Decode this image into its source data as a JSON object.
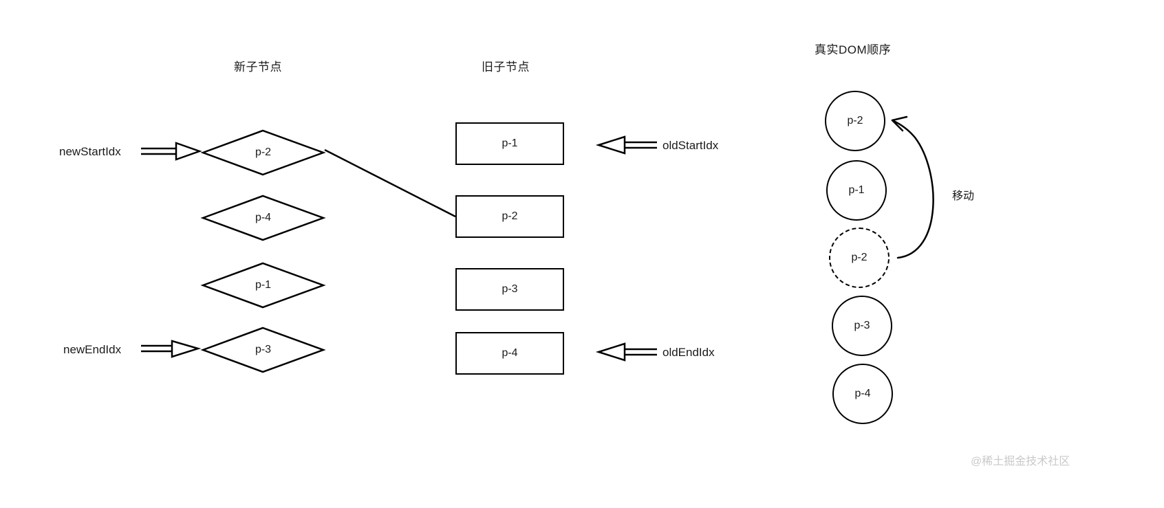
{
  "columns": {
    "new_children_title": "新子节点",
    "old_children_title": "旧子节点",
    "real_dom_title": "真实DOM顺序"
  },
  "new_children": {
    "nodes": [
      {
        "label": "p-2"
      },
      {
        "label": "p-4"
      },
      {
        "label": "p-1"
      },
      {
        "label": "p-3"
      }
    ],
    "pointers": {
      "start": "newStartIdx",
      "end": "newEndIdx"
    }
  },
  "old_children": {
    "nodes": [
      {
        "label": "p-1"
      },
      {
        "label": "p-2"
      },
      {
        "label": "p-3"
      },
      {
        "label": "p-4"
      }
    ],
    "pointers": {
      "start": "oldStartIdx",
      "end": "oldEndIdx"
    }
  },
  "real_dom": {
    "nodes": [
      {
        "label": "p-2",
        "style": "solid"
      },
      {
        "label": "p-1",
        "style": "solid"
      },
      {
        "label": "p-2",
        "style": "dashed"
      },
      {
        "label": "p-3",
        "style": "solid"
      },
      {
        "label": "p-4",
        "style": "solid"
      }
    ],
    "move_label": "移动"
  },
  "watermark": "@稀土掘金技术社区",
  "colors": {
    "stroke": "#000000",
    "text": "#1a1a1a",
    "background": "#ffffff",
    "watermark": "#c9c9c9"
  }
}
